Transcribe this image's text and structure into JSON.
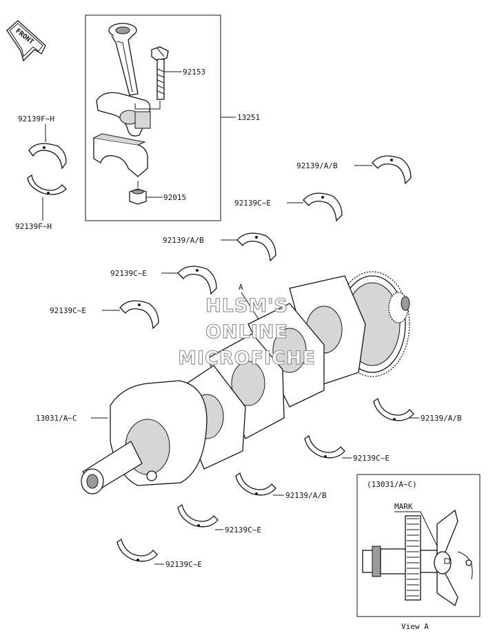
{
  "front_badge": "FRONT",
  "watermark": [
    "HLSM'S",
    "ONLINE",
    "MICROFICHE"
  ],
  "part_labels": {
    "conrod_bolt": "92153",
    "conrod_assy": "13251",
    "conrod_nut": "92015",
    "rod_bearing_upper": "92139F~H",
    "rod_bearing_lower": "92139F~H",
    "main_1": "92139/A/B",
    "main_2": "92139C~E",
    "main_3": "92139/A/B",
    "main_4": "92139C~E",
    "main_5": "92139C~E",
    "crankshaft": "13031/A~C",
    "main_6": "92139/A/B",
    "main_7": "92139C~E",
    "main_8": "92139/A/B",
    "main_9": "92139C~E",
    "main_10": "92139C~E",
    "view_ref": "A"
  },
  "inset": {
    "title": "(13031/A~C)",
    "mark_label": "MARK",
    "caption": "View A"
  }
}
